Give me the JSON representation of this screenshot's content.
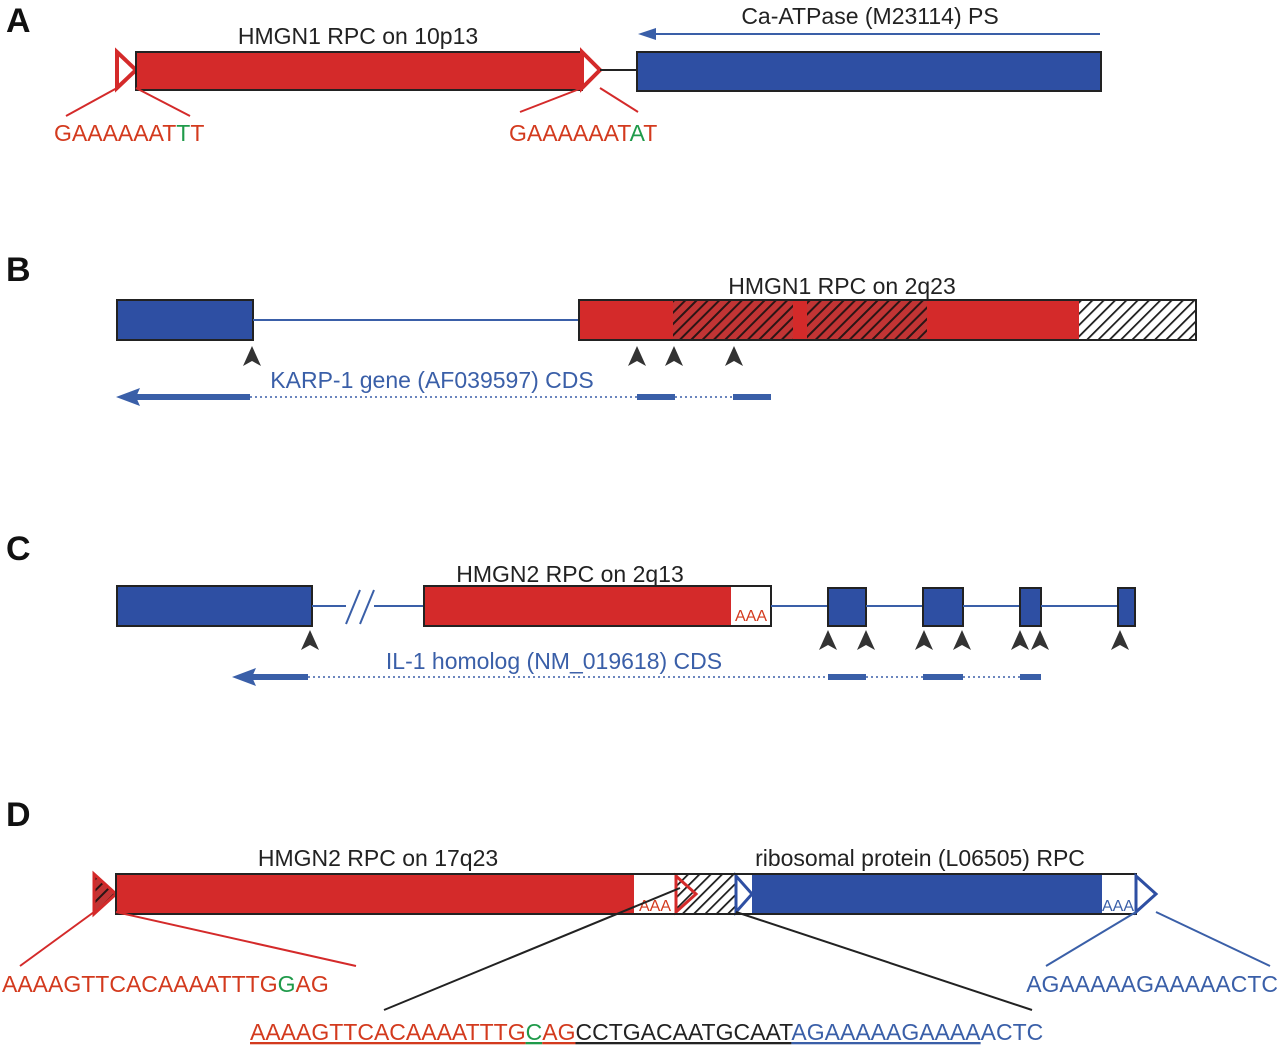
{
  "colors": {
    "red": "#d42a2a",
    "blue": "#2e4fa3",
    "green": "#1f9a4a",
    "red_text": "#d33a1e",
    "blue_text": "#3a5fa8",
    "dark": "#222222"
  },
  "panels": {
    "a": {
      "letter": "A",
      "rpc_label": "HMGN1 RPC on 10p13",
      "ps_label": "Ca-ATPase (M23114) PS",
      "seq_left_main": "GAAAAAAT",
      "seq_left_green": "T",
      "seq_left_tail": "T",
      "seq_right_main": "GAAAAAAT",
      "seq_right_green": "A",
      "seq_right_tail": "T"
    },
    "b": {
      "letter": "B",
      "rpc_label": "HMGN1 RPC on 2q23",
      "cds_label": "KARP-1 gene (AF039597) CDS"
    },
    "c": {
      "letter": "C",
      "rpc_label": "HMGN2 RPC on 2q13",
      "polya": "AAA",
      "cds_label": "IL-1 homolog  (NM_019618) CDS"
    },
    "d": {
      "letter": "D",
      "rpc_label": "HMGN2 RPC on 17q23",
      "rp_label": "ribosomal protein (L06505) RPC",
      "polya_red": "AAA",
      "polya_blue": "AAA",
      "seq_left_main": "AAAAGTTCACAAAATTTG",
      "seq_left_green": "G",
      "seq_left_tail": "AG",
      "seq_right": "AGAAAAAGAAAAACTC",
      "bottom_seq": {
        "red_part": "AAAAGTTCACAAAATTTG",
        "green_part": "C",
        "red_tail": "AG",
        "black_part": "CCTGACAATGCAAT",
        "blue_part": "AGAAAAAGAAAA",
        "blue_tail": "ACTC"
      }
    }
  }
}
